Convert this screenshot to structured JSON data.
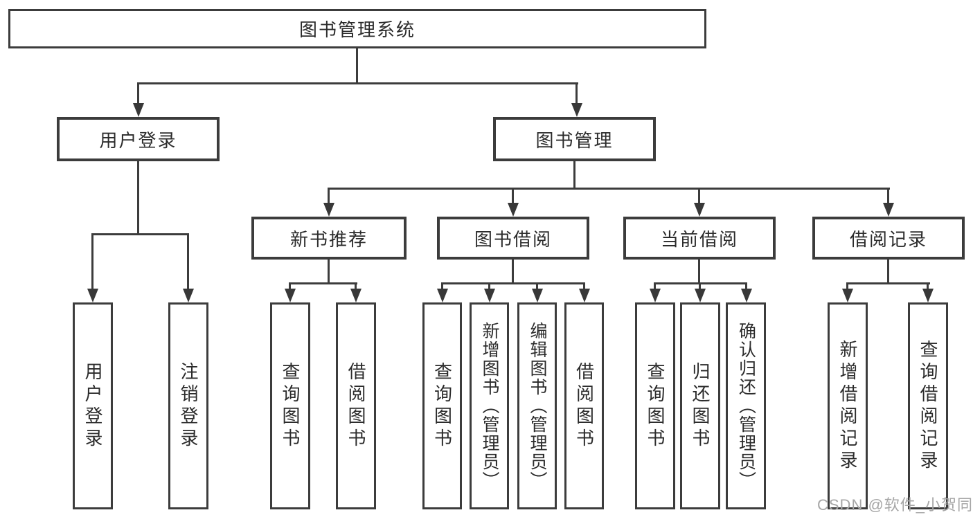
{
  "diagram": {
    "root": {
      "label": "图书管理系统"
    },
    "level2": [
      {
        "label": "用户登录"
      },
      {
        "label": "图书管理"
      }
    ],
    "level3": [
      {
        "label": "新书推荐"
      },
      {
        "label": "图书借阅"
      },
      {
        "label": "当前借阅"
      },
      {
        "label": "借阅记录"
      }
    ],
    "user_login_children": [
      {
        "label": "用户登录"
      },
      {
        "label": "注销登录"
      }
    ],
    "new_book_children": [
      {
        "label": "查询图书"
      },
      {
        "label": "借阅图书"
      }
    ],
    "book_borrow_children": [
      {
        "label": "查询图书"
      },
      {
        "label": "新增图书（管理员）"
      },
      {
        "label": "编辑图书（管理员）"
      },
      {
        "label": "借阅图书"
      }
    ],
    "current_borrow_children": [
      {
        "label": "查询图书"
      },
      {
        "label": "归还图书"
      },
      {
        "label": "确认归还（管理员）"
      }
    ],
    "borrow_record_children": [
      {
        "label": "新增借阅记录"
      },
      {
        "label": "查询借阅记录"
      }
    ]
  },
  "watermark": {
    "text": "CSDN @软件_小贺同学"
  },
  "colors": {
    "line": "#3c3c3c",
    "text": "#2b2b2b",
    "watermark": "#a6a6a6"
  }
}
